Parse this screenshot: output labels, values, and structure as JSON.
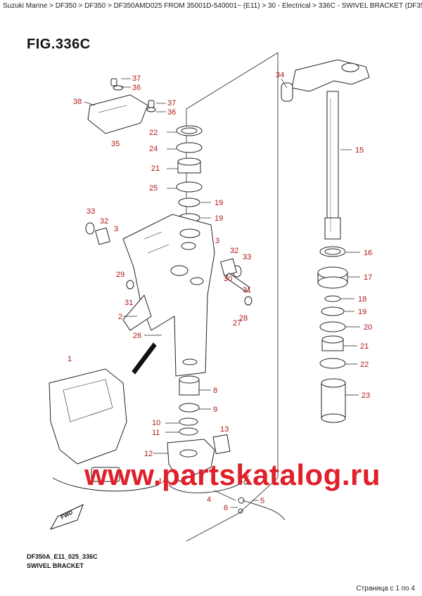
{
  "breadcrumb": "Suzuki Marine > DF350 > DF350 > DF350AMD025 FROM 35001D-540001~ (E11) > 30 - Electrical > 336C - SWIVEL BRACKET (DF350AMD,DF300BMD)",
  "figure_title": "FIG.336C",
  "figure_code": "DF350A_E11_025_336C",
  "figure_subtitle": "SWIVEL BRACKET",
  "watermark": "www.partskatalog.ru",
  "pager": "Страница с 1 по 4",
  "fwd_label": "FWD",
  "accent_color": "#b01818",
  "callouts": [
    "37",
    "36",
    "38",
    "37",
    "36",
    "35",
    "34",
    "15",
    "22",
    "24",
    "21",
    "25",
    "19",
    "19",
    "33",
    "32",
    "3",
    "3",
    "32",
    "33",
    "29",
    "30",
    "31",
    "31",
    "2",
    "28",
    "27",
    "26",
    "1",
    "16",
    "17",
    "18",
    "19",
    "20",
    "21",
    "22",
    "23",
    "8",
    "9",
    "10",
    "11",
    "13",
    "12",
    "14",
    "7",
    "4",
    "6",
    "5"
  ]
}
